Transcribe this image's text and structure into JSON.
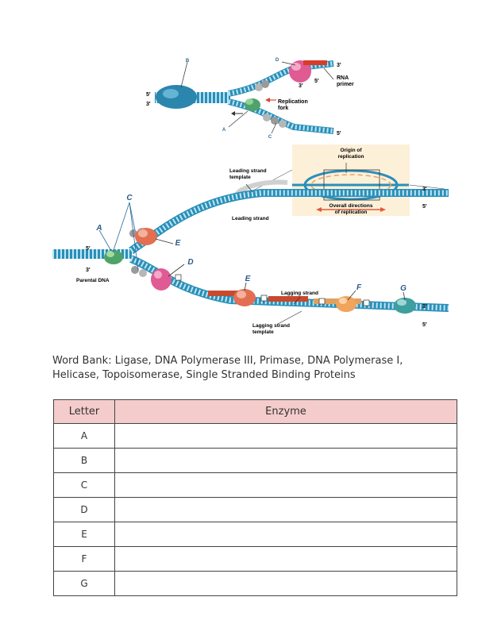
{
  "figure": {
    "top": {
      "labels": {
        "B": "B",
        "D": "D",
        "A": "A",
        "C": "C",
        "five_left": "5′",
        "three_left": "3′",
        "three_right": "3′",
        "three_inner": "3′",
        "five_inner": "5′",
        "five_bottom": "5′",
        "rna_primer": "RNA\nprimer",
        "replication_fork": "Replication\nfork"
      }
    },
    "inset": {
      "origin": "Origin of\nreplication",
      "overall": "Overall directions\nof replication"
    },
    "main": {
      "labels": {
        "leading_template": "Leading strand\ntemplate",
        "leading_strand": "Leading strand",
        "parental_dna": "Parental DNA",
        "lagging_strand": "Lagging strand",
        "lagging_template": "Lagging strand\ntemplate",
        "A": "A",
        "C": "C",
        "E1": "E",
        "D": "D",
        "E2": "E",
        "F": "F",
        "G": "G",
        "five_left": "5′",
        "three_left": "3′",
        "three_right_top": "3′",
        "five_right_top": "5′",
        "three_right_bottom": "3′",
        "five_right_bottom": "5′"
      }
    }
  },
  "word_bank": {
    "line1": "Word Bank: Ligase, DNA Polymerase III, Primase, DNA Polymerase I,",
    "line2": "Helicase, Topoisomerase, Single Stranded Binding Proteins"
  },
  "table": {
    "headers": [
      "Letter",
      "Enzyme"
    ],
    "rows": [
      "A",
      "B",
      "C",
      "D",
      "E",
      "F",
      "G"
    ]
  }
}
